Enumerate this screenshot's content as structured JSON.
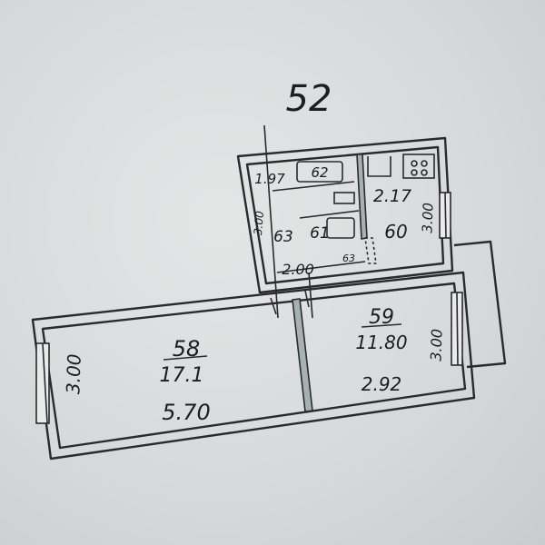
{
  "plan": {
    "number": "52",
    "rooms": {
      "room_left": {
        "id": "58",
        "area": "17.1",
        "width": "5.70",
        "height": "3.00"
      },
      "room_right": {
        "id": "59",
        "area": "11.80",
        "width": "2.92",
        "height": "3.00"
      },
      "kitchen": {
        "id": "2.17",
        "area": "60",
        "height": "3.00"
      },
      "bathroom": {
        "id": "62",
        "width": "1.97",
        "height": "3.00",
        "label_a": "63",
        "label_b": "61"
      },
      "hall": {
        "width": "2.00",
        "label": "63"
      }
    }
  }
}
